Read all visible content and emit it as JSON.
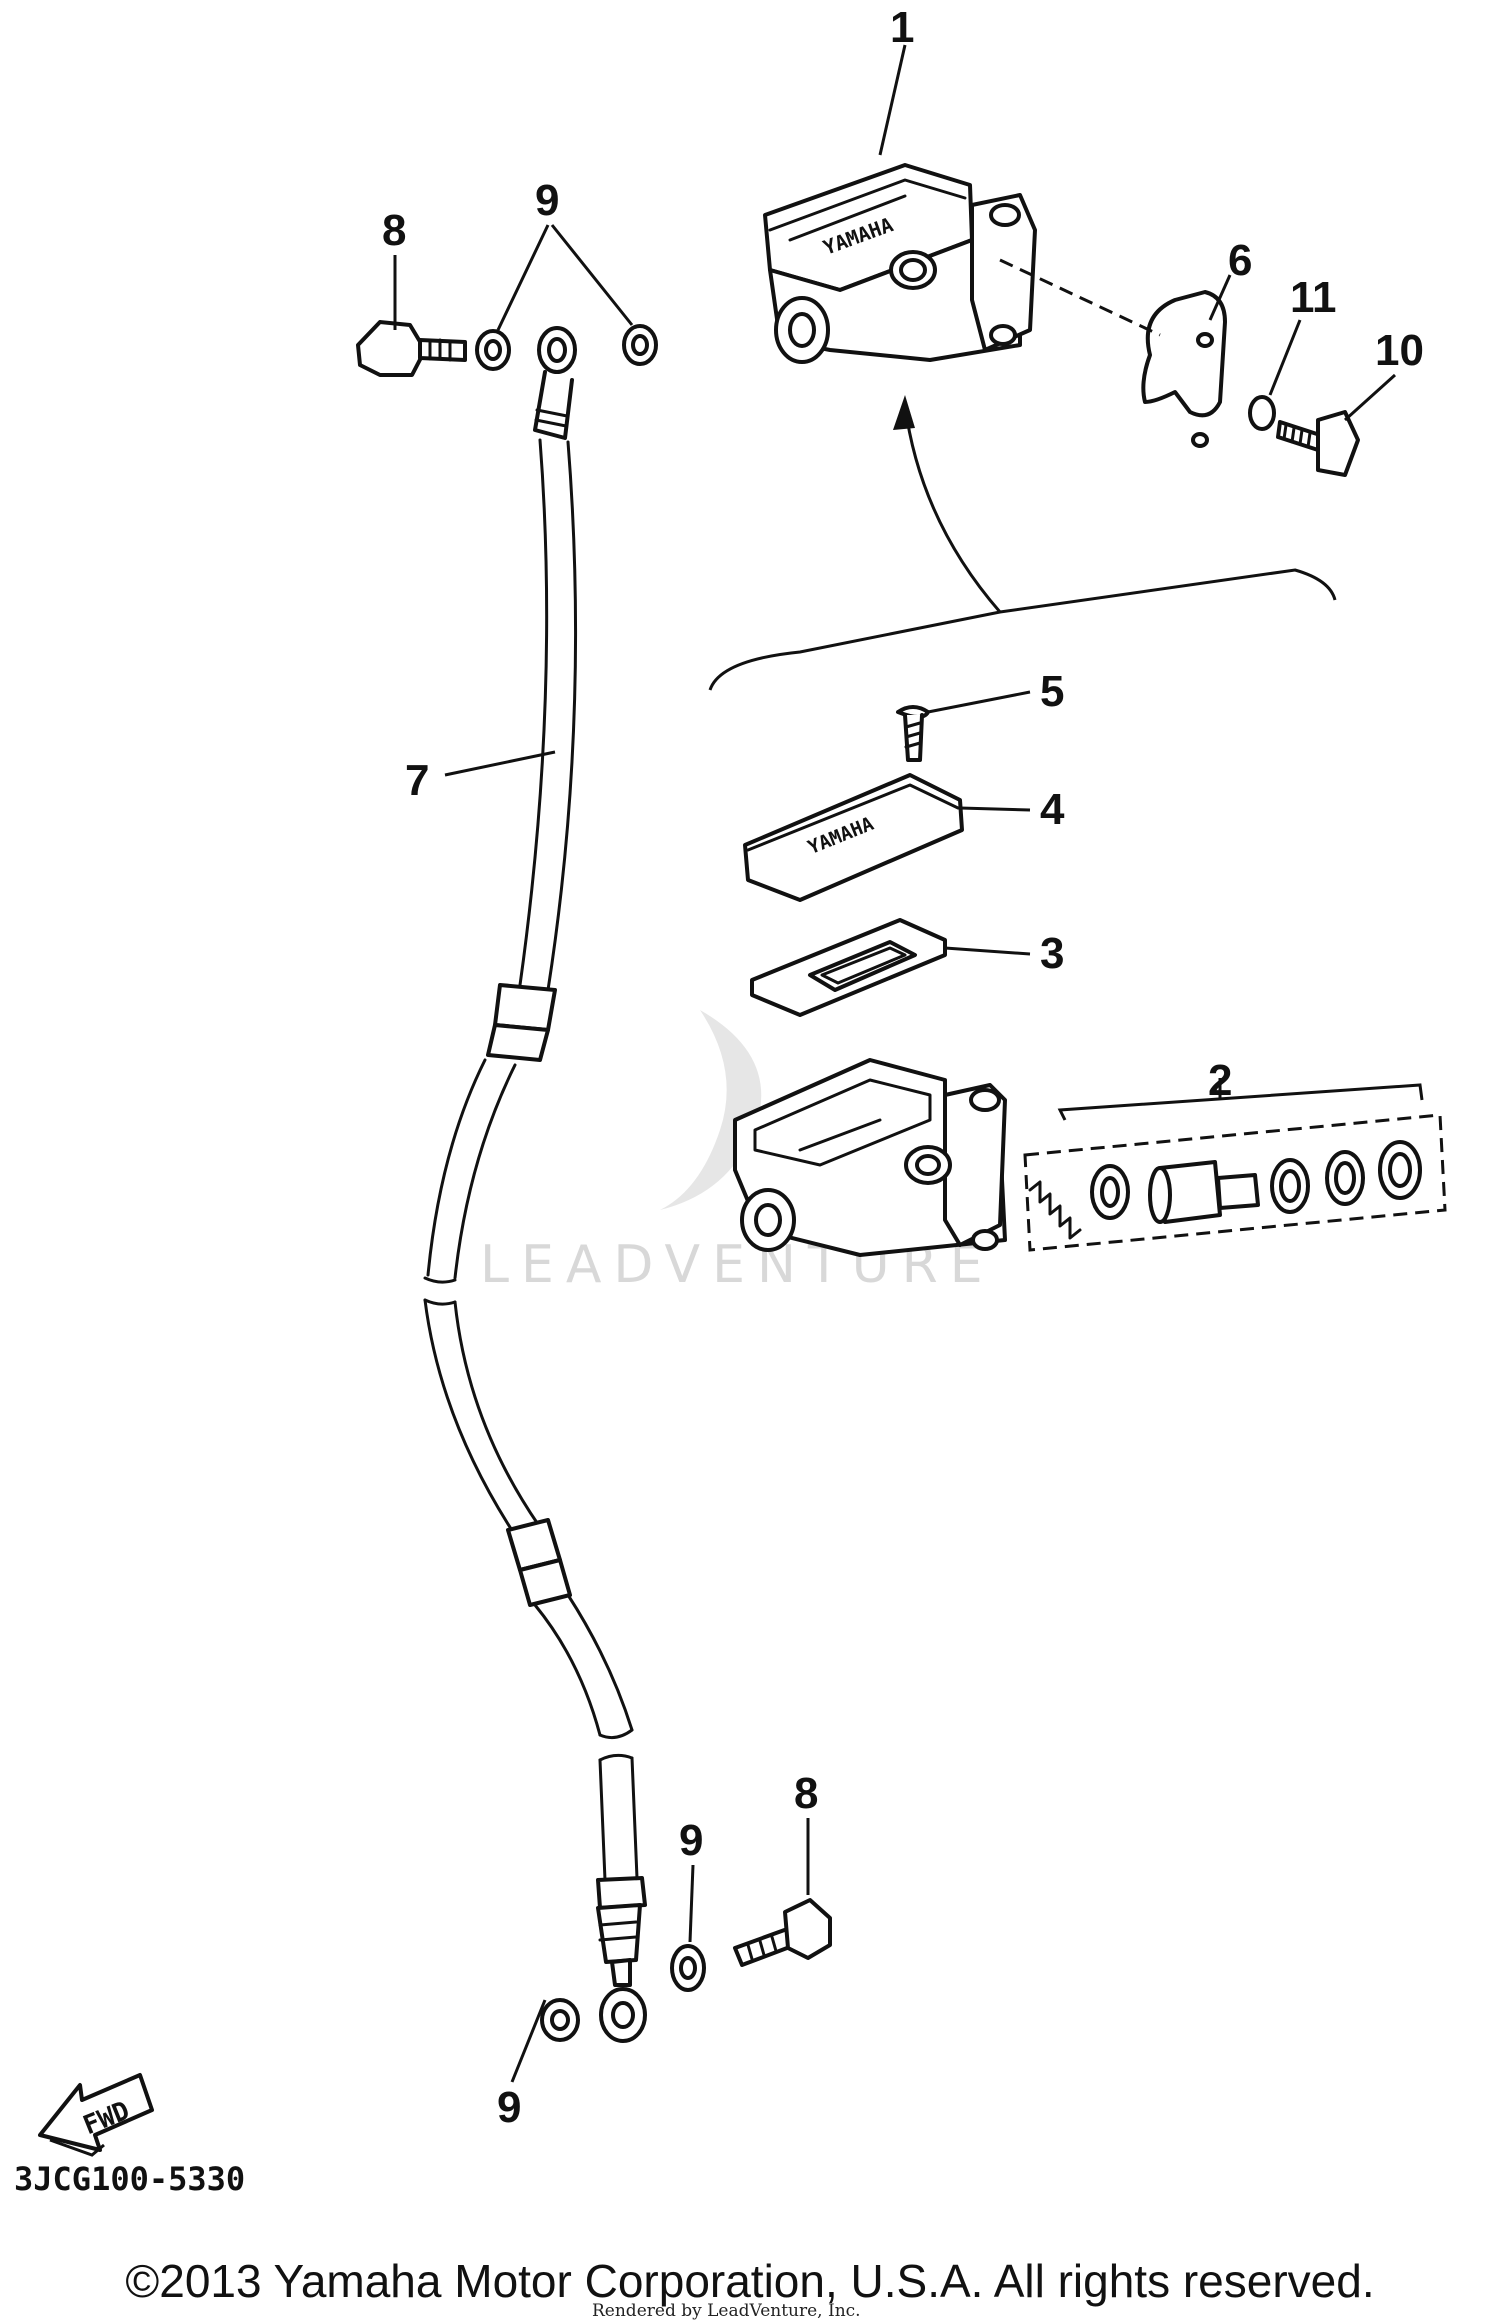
{
  "diagram": {
    "callouts": {
      "c1": "1",
      "c2": "2",
      "c3": "3",
      "c4": "4",
      "c5": "5",
      "c6": "6",
      "c7": "7",
      "c8a": "8",
      "c8b": "8",
      "c9a": "9",
      "c9b": "9",
      "c9c": "9",
      "c10": "10",
      "c11": "11"
    },
    "reservoir_lid_text": "YAMAHA",
    "fwd_label": "FWD",
    "part_code": "3JCG100-5330",
    "watermark": "LEADVENTURE"
  },
  "footer": {
    "copyright": "©2013 Yamaha Motor Corporation, U.S.A. All rights reserved.",
    "rendered_by": "Rendered by LeadVenture, Inc."
  }
}
